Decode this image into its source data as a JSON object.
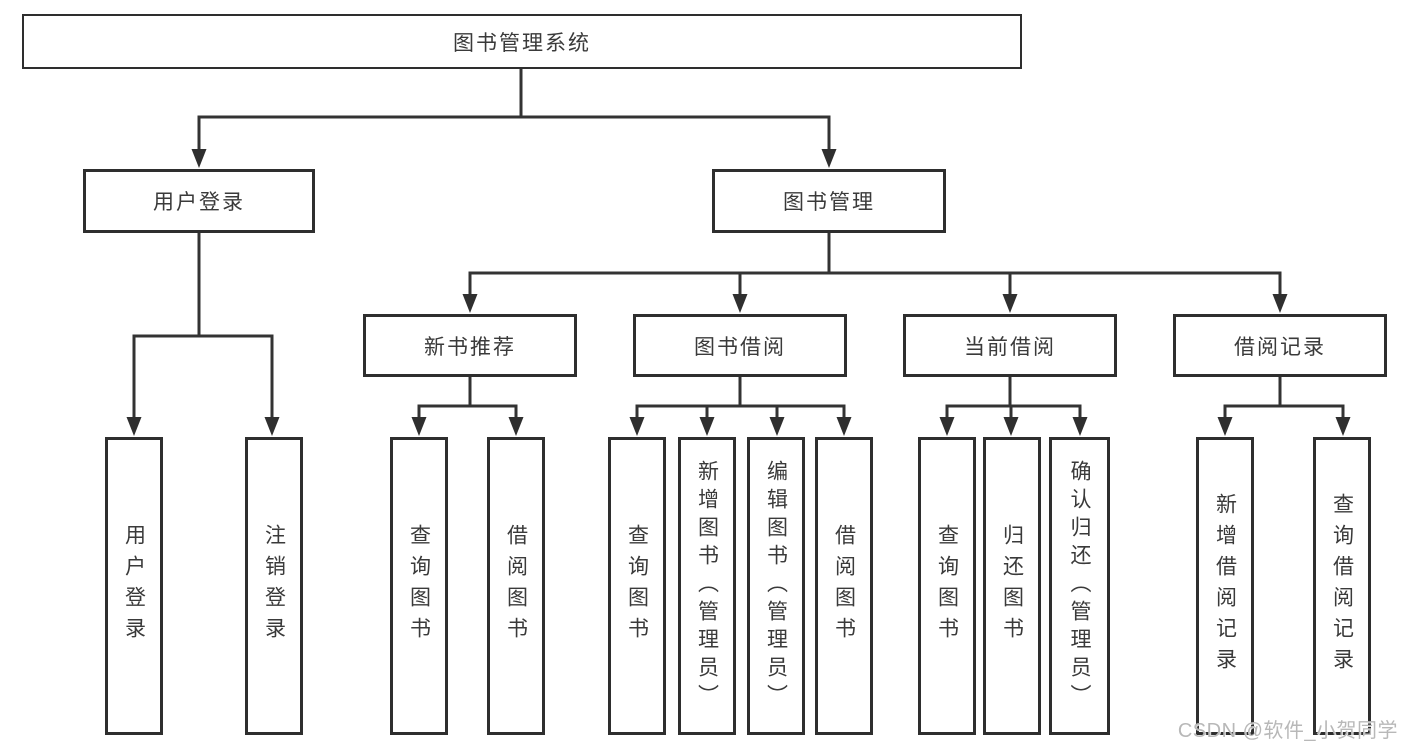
{
  "diagram": {
    "root": {
      "label": "图书管理系统"
    },
    "branches": [
      {
        "label": "用户登录",
        "children": [
          {
            "label": "用户登录"
          },
          {
            "label": "注销登录"
          }
        ]
      },
      {
        "label": "图书管理",
        "children": [
          {
            "label": "新书推荐",
            "children": [
              {
                "label": "查询图书"
              },
              {
                "label": "借阅图书"
              }
            ]
          },
          {
            "label": "图书借阅",
            "children": [
              {
                "label": "查询图书"
              },
              {
                "label": "新增图书（管理员）"
              },
              {
                "label": "编辑图书（管理员）"
              },
              {
                "label": "借阅图书"
              }
            ]
          },
          {
            "label": "当前借阅",
            "children": [
              {
                "label": "查询图书"
              },
              {
                "label": "归还图书"
              },
              {
                "label": "确认归还（管理员）"
              }
            ]
          },
          {
            "label": "借阅记录",
            "children": [
              {
                "label": "新增借阅记录"
              },
              {
                "label": "查询借阅记录"
              }
            ]
          }
        ]
      }
    ],
    "colors": {
      "line": "#333333",
      "arrow": "#2f2f2f",
      "box_border": "#2e2e2e",
      "text": "#3a3a3a",
      "background": "#ffffff",
      "watermark": "#b8b8b8"
    }
  },
  "watermark": {
    "text": "CSDN @软件_小贺同学"
  }
}
